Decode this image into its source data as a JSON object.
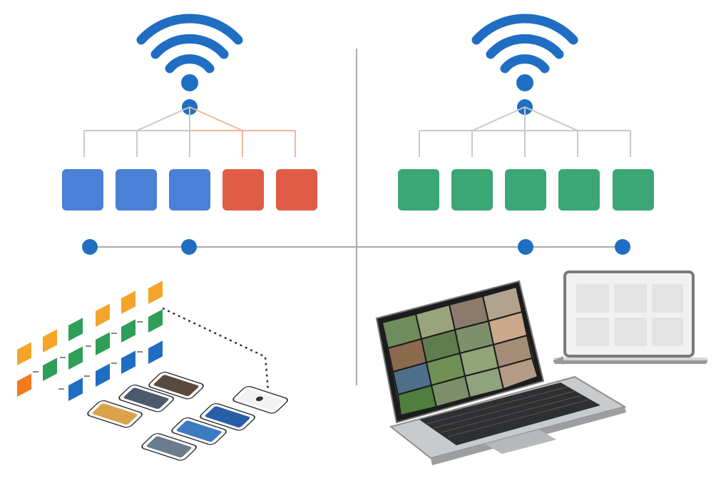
{
  "colors": {
    "wifi_blue": "#1f6ec4",
    "node_blue": "#1f6ec4",
    "block_blue": "#4a80d6",
    "block_red": "#e05c47",
    "block_green": "#3aa775",
    "line_gray": "#c9c9c9",
    "line_orange": "#f0b79e",
    "axis_gray": "#a9a9a9",
    "tile_orange": "#f4a52a",
    "tile_green": "#2e9e58",
    "tile_blue": "#1f6ec4"
  },
  "left_panel": {
    "icon": "wifi-icon",
    "blocks": [
      "blue",
      "blue",
      "blue",
      "red",
      "red"
    ],
    "highlighted_links": [
      3,
      4
    ]
  },
  "right_panel": {
    "icon": "wifi-icon",
    "blocks": [
      "green",
      "green",
      "green",
      "green",
      "green"
    ]
  },
  "timeline": {
    "node_count": 4
  },
  "bottom_left": {
    "icon": "phone-grid-icon",
    "tile_columns": [
      "orange",
      "green",
      "green",
      "blue",
      "orange",
      "blue"
    ]
  },
  "bottom_right": {
    "laptop_icon": "laptop-icon",
    "monitor_icon": "monitor-icon",
    "video_grid": {
      "rows": 4,
      "cols": 4
    },
    "monitor_grid": {
      "rows": 2,
      "cols": 3
    }
  }
}
